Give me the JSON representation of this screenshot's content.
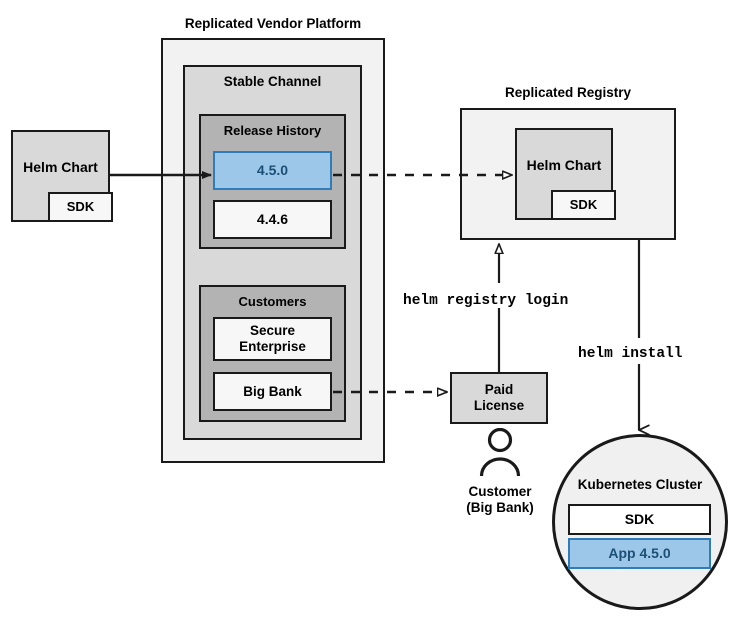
{
  "diagram": {
    "title_vendor_platform": "Replicated Vendor Platform",
    "title_registry": "Replicated Registry",
    "stable_channel": "Stable Channel",
    "release_history": "Release History",
    "release_versions": [
      {
        "label": "4.5.0",
        "state": "highlighted"
      },
      {
        "label": "4.4.6",
        "state": "normal"
      }
    ],
    "customers_title": "Customers",
    "customers": [
      {
        "label": "Secure\nEnterprise"
      },
      {
        "label": "Big Bank"
      }
    ],
    "source_chart": {
      "name": "Helm Chart",
      "sdk": "SDK"
    },
    "registry_chart": {
      "name": "Helm Chart",
      "sdk": "SDK"
    },
    "paid_license": "Paid\nLicense",
    "customer_person": "Customer\n(Big Bank)",
    "commands": {
      "registry_login": "helm registry login",
      "install": "helm install"
    },
    "cluster": {
      "title": "Kubernetes Cluster",
      "items": [
        {
          "label": "SDK",
          "state": "normal"
        },
        {
          "label": "App 4.5.0",
          "state": "highlighted"
        }
      ]
    },
    "colors": {
      "highlight_fill": "#9cc7e8",
      "highlight_border": "#2f7cb8",
      "highlight_text": "#1c4f76",
      "outer_fill": "#f2f2f2",
      "mid_fill": "#d9d9d9",
      "inner_fill": "#b3b3b3",
      "stroke": "#1a1a1a"
    }
  }
}
